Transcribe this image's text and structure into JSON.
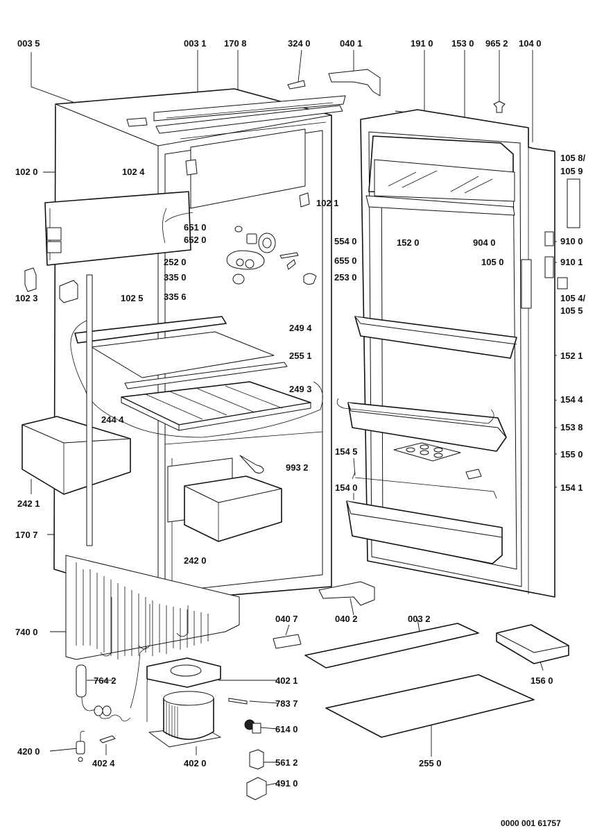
{
  "drawing": {
    "reference": "0000 001 61757",
    "labels": {
      "l0035": "003 5",
      "l0031": "003 1",
      "l1708": "170 8",
      "l3240": "324 0",
      "l0401": "040 1",
      "l1910": "191 0",
      "l1530": "153 0",
      "l9652": "965 2",
      "l1040": "104 0",
      "l1058": "105 8/",
      "l1059": "105 9",
      "l1020": "102 0",
      "l1024": "102 4",
      "l1021": "102 1",
      "l6510": "651 0",
      "l6520": "652 0",
      "l5540": "554 0",
      "l2520": "252 0",
      "l6550": "655 0",
      "l3350": "335 0",
      "l2530": "253 0",
      "l3356": "335 6",
      "l1520": "152 0",
      "l9040": "904 0",
      "l9100": "910 0",
      "l1050": "105 0",
      "l9101": "910 1",
      "l1023": "102 3",
      "l1025": "102 5",
      "l1054": "105 4/",
      "l1055": "105 5",
      "l2494": "249 4",
      "l1521": "152 1",
      "l2551": "255 1",
      "l2493": "249 3",
      "l1544": "154 4",
      "l2444": "244 4",
      "l1538": "153 8",
      "l1545": "154 5",
      "l1550": "155 0",
      "l9932": "993 2",
      "l1541": "154 1",
      "l1540": "154 0",
      "l2421": "242 1",
      "l1707": "170 7",
      "l2420": "242 0",
      "l0407": "040 7",
      "l0402": "040 2",
      "l0032": "003 2",
      "l7400": "740 0",
      "l1560": "156 0",
      "l7642": "764 2",
      "l4021": "402 1",
      "l7837": "783 7",
      "l6140": "614 0",
      "l4200": "420 0",
      "l4024": "402 4",
      "l4020": "402 0",
      "l2550": "255 0",
      "l5612": "561 2",
      "l4910": "491 0"
    }
  }
}
